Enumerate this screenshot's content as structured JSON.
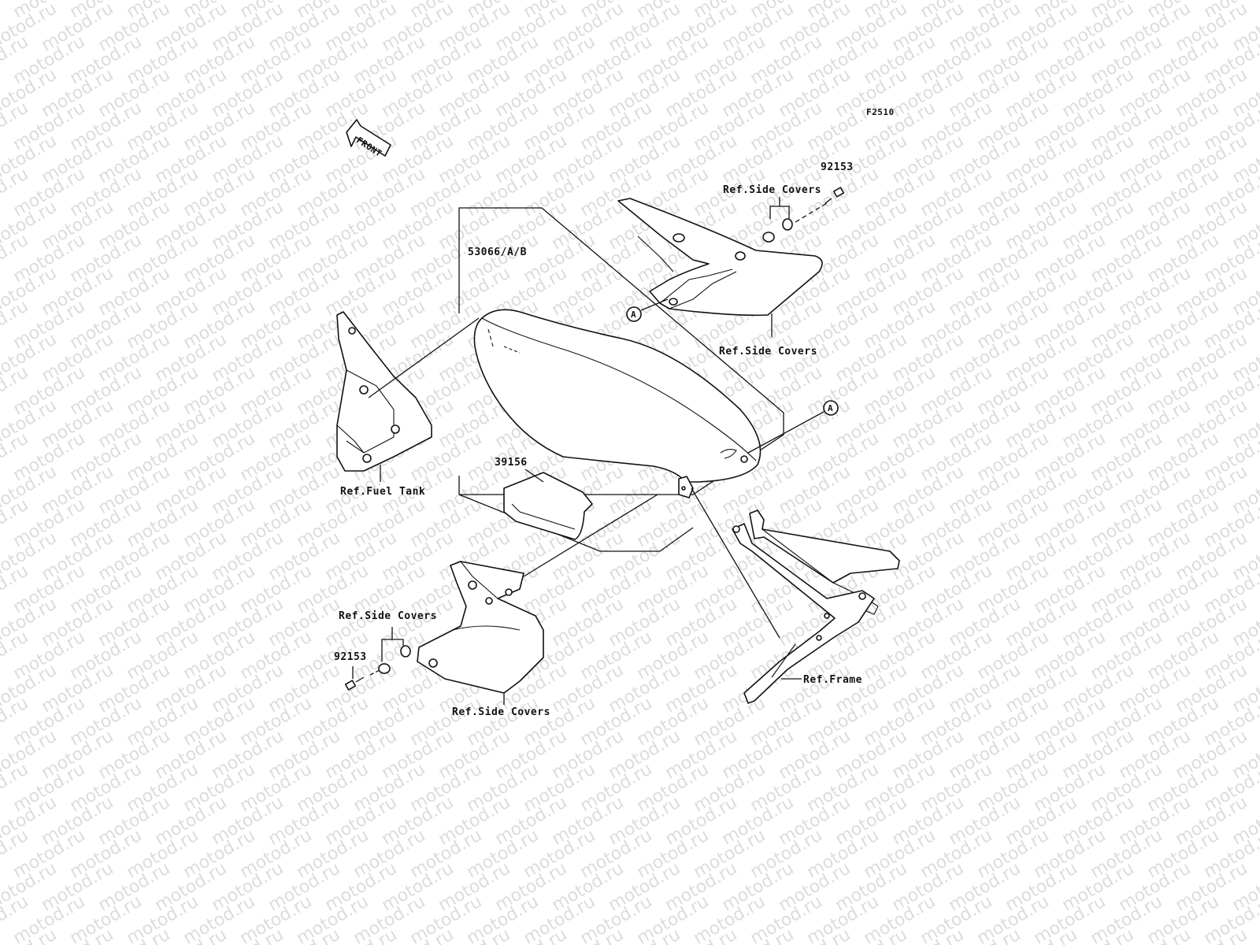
{
  "watermark": "motod.ru",
  "figure_code": "F2510",
  "front_marker": "FRONT",
  "labels": {
    "seat_part": "53066/A/B",
    "pad_part": "39156",
    "bolt_top": "92153",
    "bolt_bottom": "92153",
    "side_covers_top_upper": "Ref.Side Covers",
    "side_covers_top_lower": "Ref.Side Covers",
    "side_covers_bottom_upper": "Ref.Side Covers",
    "side_covers_bottom_lower": "Ref.Side Covers",
    "fuel_tank": "Ref.Fuel Tank",
    "frame": "Ref.Frame",
    "callout_a_1": "A",
    "callout_a_2": "A"
  }
}
